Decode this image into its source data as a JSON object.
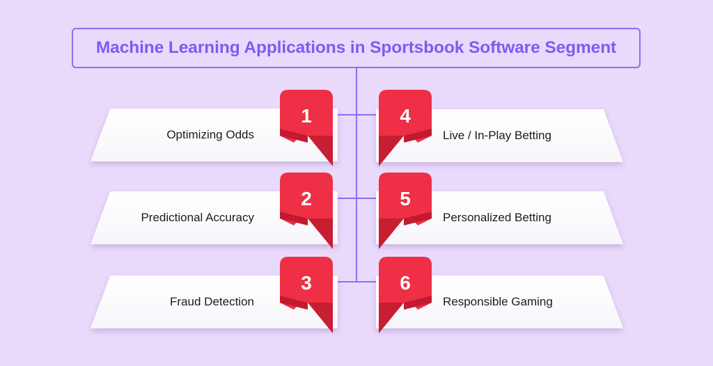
{
  "title": "Machine Learning Applications in Sportsbook Software Segment",
  "colors": {
    "background": "#e9d9fb",
    "accent": "#7d5cf0",
    "badge": "#ee2f45",
    "badge_dark": "#b3182c",
    "card": "#ffffff"
  },
  "items": [
    {
      "number": "1",
      "label": "Optimizing Odds"
    },
    {
      "number": "2",
      "label": "Predictional Accuracy"
    },
    {
      "number": "3",
      "label": "Fraud Detection"
    },
    {
      "number": "4",
      "label": "Live / In-Play Betting"
    },
    {
      "number": "5",
      "label": "Personalized Betting"
    },
    {
      "number": "6",
      "label": "Responsible Gaming"
    }
  ]
}
